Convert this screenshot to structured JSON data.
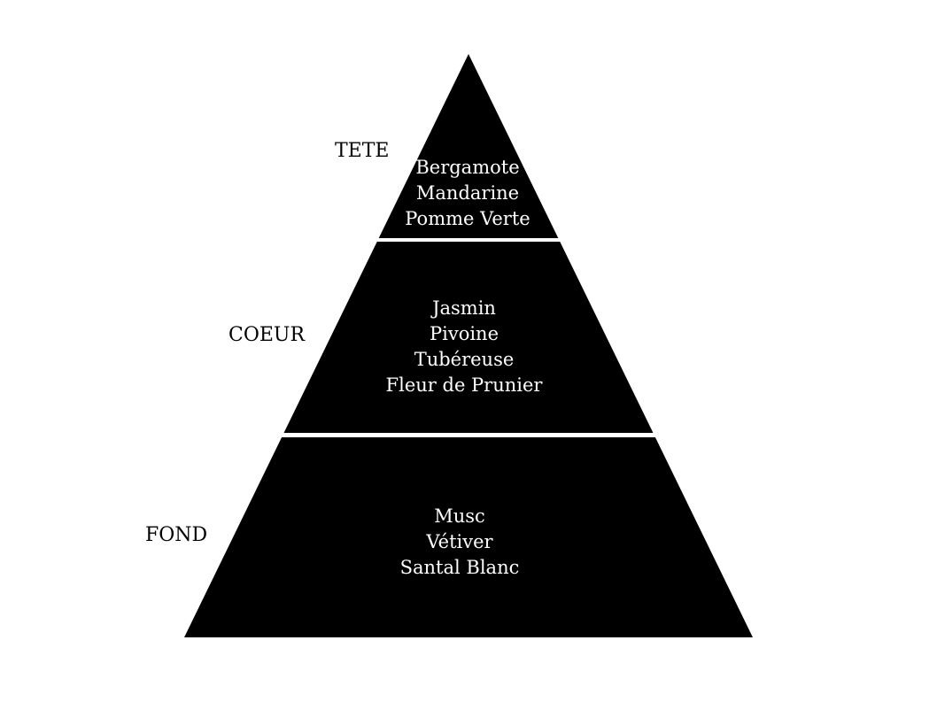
{
  "colors": {
    "background": "#ffffff",
    "pyramid_fill": "#000000",
    "separator": "#ffffff",
    "note_text": "#ffffff",
    "label_text": "#000000"
  },
  "tiers": [
    {
      "label": "TETE",
      "notes": [
        "Bergamote",
        "Mandarine",
        "Pomme Verte"
      ]
    },
    {
      "label": "COEUR",
      "notes": [
        "Jasmin",
        "Pivoine",
        "Tubéreuse",
        "Fleur de Prunier"
      ]
    },
    {
      "label": "FOND",
      "notes": [
        "Musc",
        "Vétiver",
        "Santal Blanc"
      ]
    }
  ]
}
